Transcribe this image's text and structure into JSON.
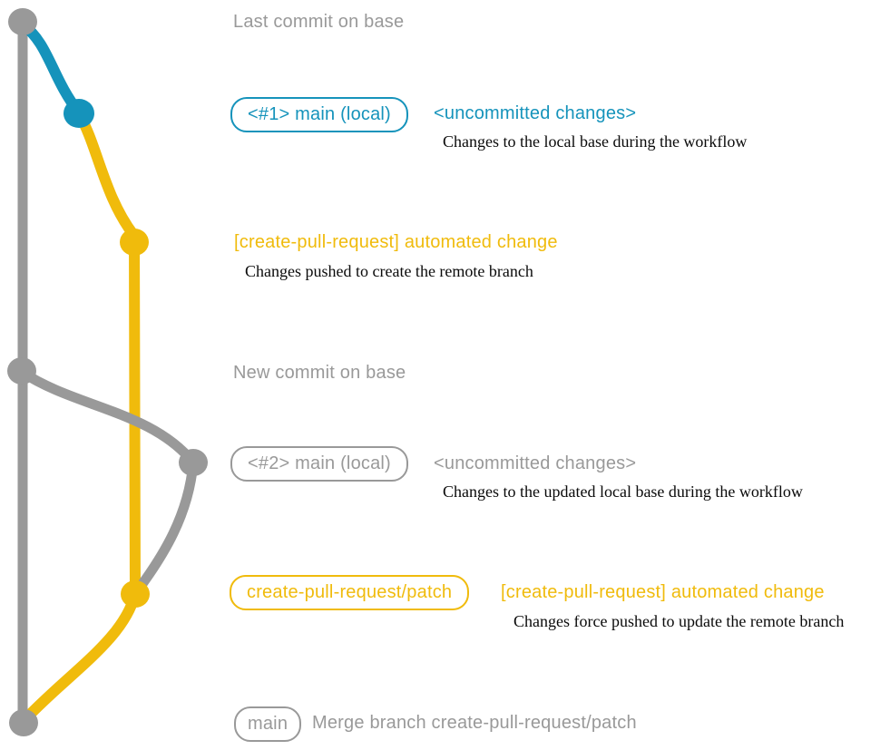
{
  "colors": {
    "gray": "#999999",
    "blue": "#1593bb",
    "yellow": "#f0bb0c",
    "black": "#0a0a0a",
    "background": "#ffffff"
  },
  "rows": {
    "last_commit": {
      "title": "Last commit on base"
    },
    "uncommitted1": {
      "badge": "<#1> main (local)",
      "heading": "<uncommitted changes>",
      "description": "Changes to the local base during the workflow"
    },
    "automated1": {
      "heading": "[create-pull-request] automated change",
      "description": "Changes pushed to create the remote branch"
    },
    "new_commit": {
      "title": "New commit on base"
    },
    "uncommitted2": {
      "badge": "<#2> main (local)",
      "heading": "<uncommitted changes>",
      "description": "Changes to the updated local base during the workflow"
    },
    "automated2": {
      "badge": "create-pull-request/patch",
      "heading": "[create-pull-request] automated change",
      "description": "Changes force pushed to update the remote branch"
    },
    "merge": {
      "badge": "main",
      "title": "Merge branch create-pull-request/patch"
    }
  }
}
